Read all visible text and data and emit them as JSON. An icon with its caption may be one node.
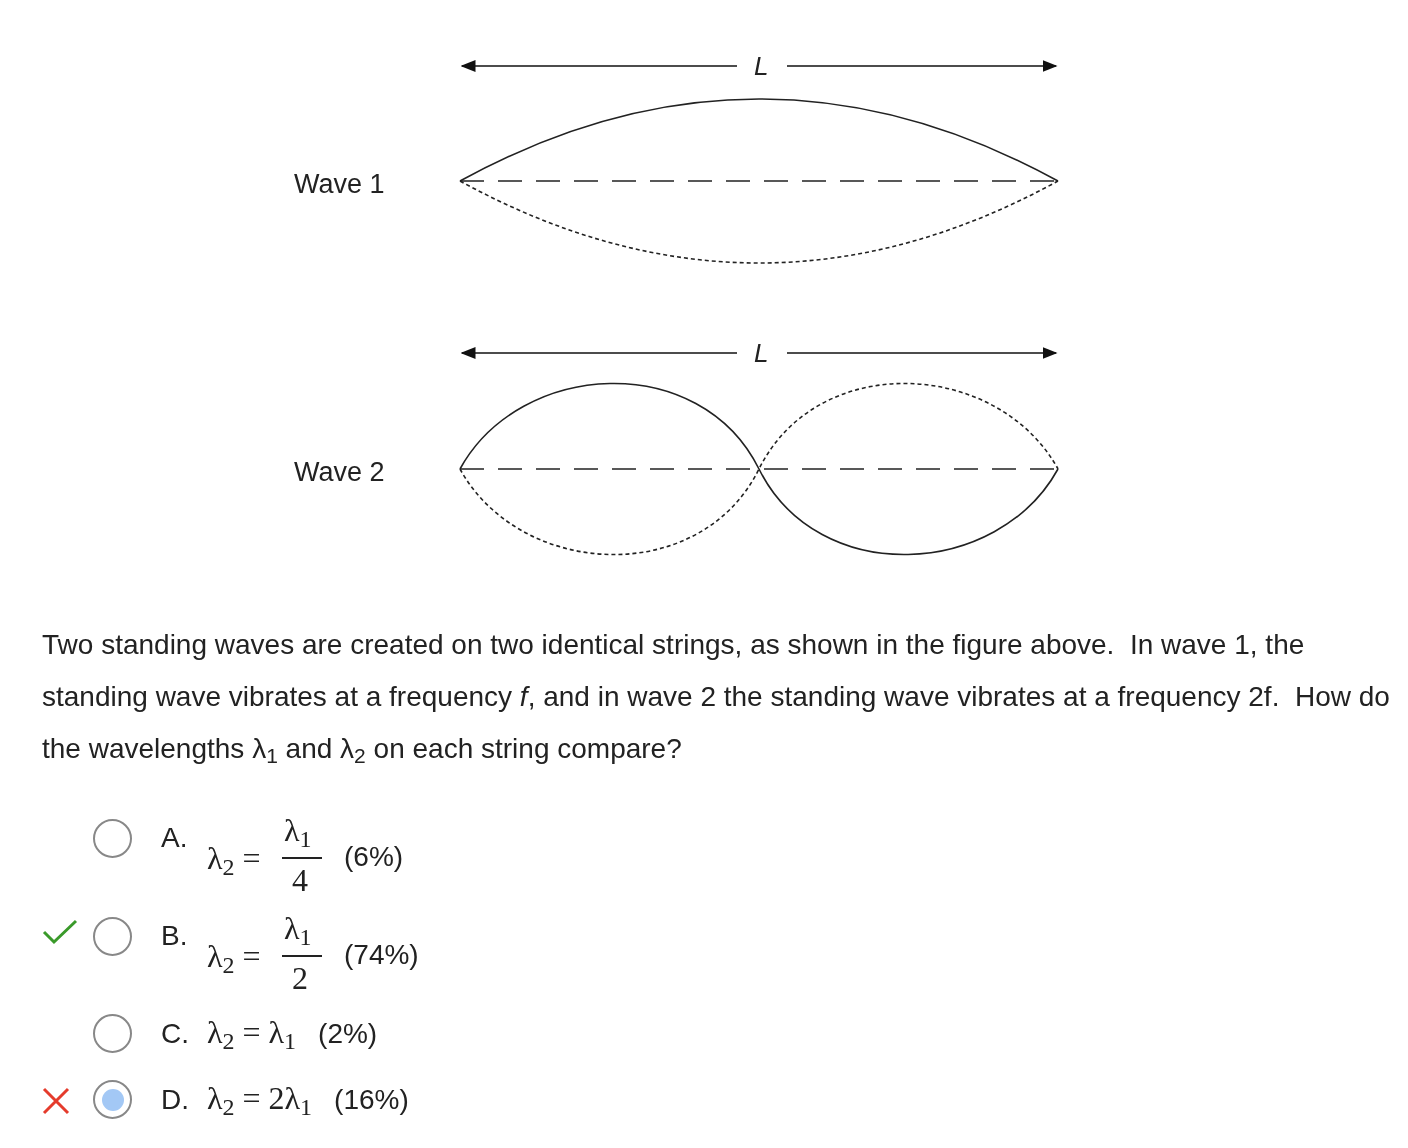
{
  "diagram": {
    "labels": [
      "L",
      "Wave 1",
      "L",
      "Wave 2",
      "Two standing waves are created on two identical strings, as shown in the figure above.  In wave 1, the standing wave vibrates at a frequency *f*, and in wave 2 the standing wave vibrates at a frequency 2f.  How do the wavelengths λ$_{1}$ and λ$_{2}$ on each string compare?",
      "A.",
      "λ$_{2}$ =",
      "λ$_{1}$",
      "4",
      "(6%)",
      "B.",
      "λ$_{2}$ =",
      "λ$_{1}$",
      "2",
      "(74%)",
      "C.",
      "λ$_{2}$ = λ$_{1}$",
      "(2%)",
      "D.",
      "λ$_{2}$ = 2λ$_{1}$",
      "(16%)"
    ]
  }
}
